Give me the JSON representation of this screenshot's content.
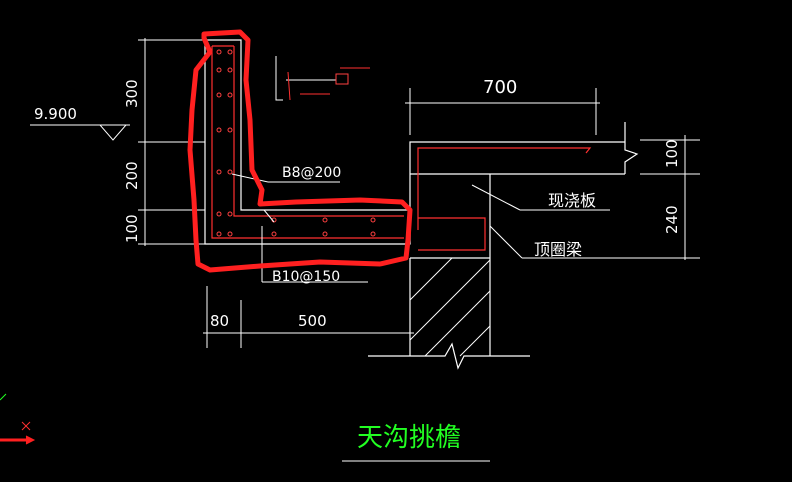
{
  "title": "天沟挑檐",
  "elevation": "9.900",
  "labels": {
    "rebar_stirrup": "B8@200",
    "rebar_main": "B10@150",
    "slab": "现浇板",
    "ring_beam": "顶圈梁"
  },
  "dimensions": {
    "top_width": "700",
    "left_300": "300",
    "left_200": "200",
    "left_100": "100",
    "right_100": "100",
    "right_240": "240",
    "bottom_80": "80",
    "bottom_500": "500"
  },
  "colors": {
    "background": "#000000",
    "lines": "#ffffff",
    "rebar": "#ff3030",
    "highlight": "#ff2020",
    "title": "#22ff22"
  }
}
